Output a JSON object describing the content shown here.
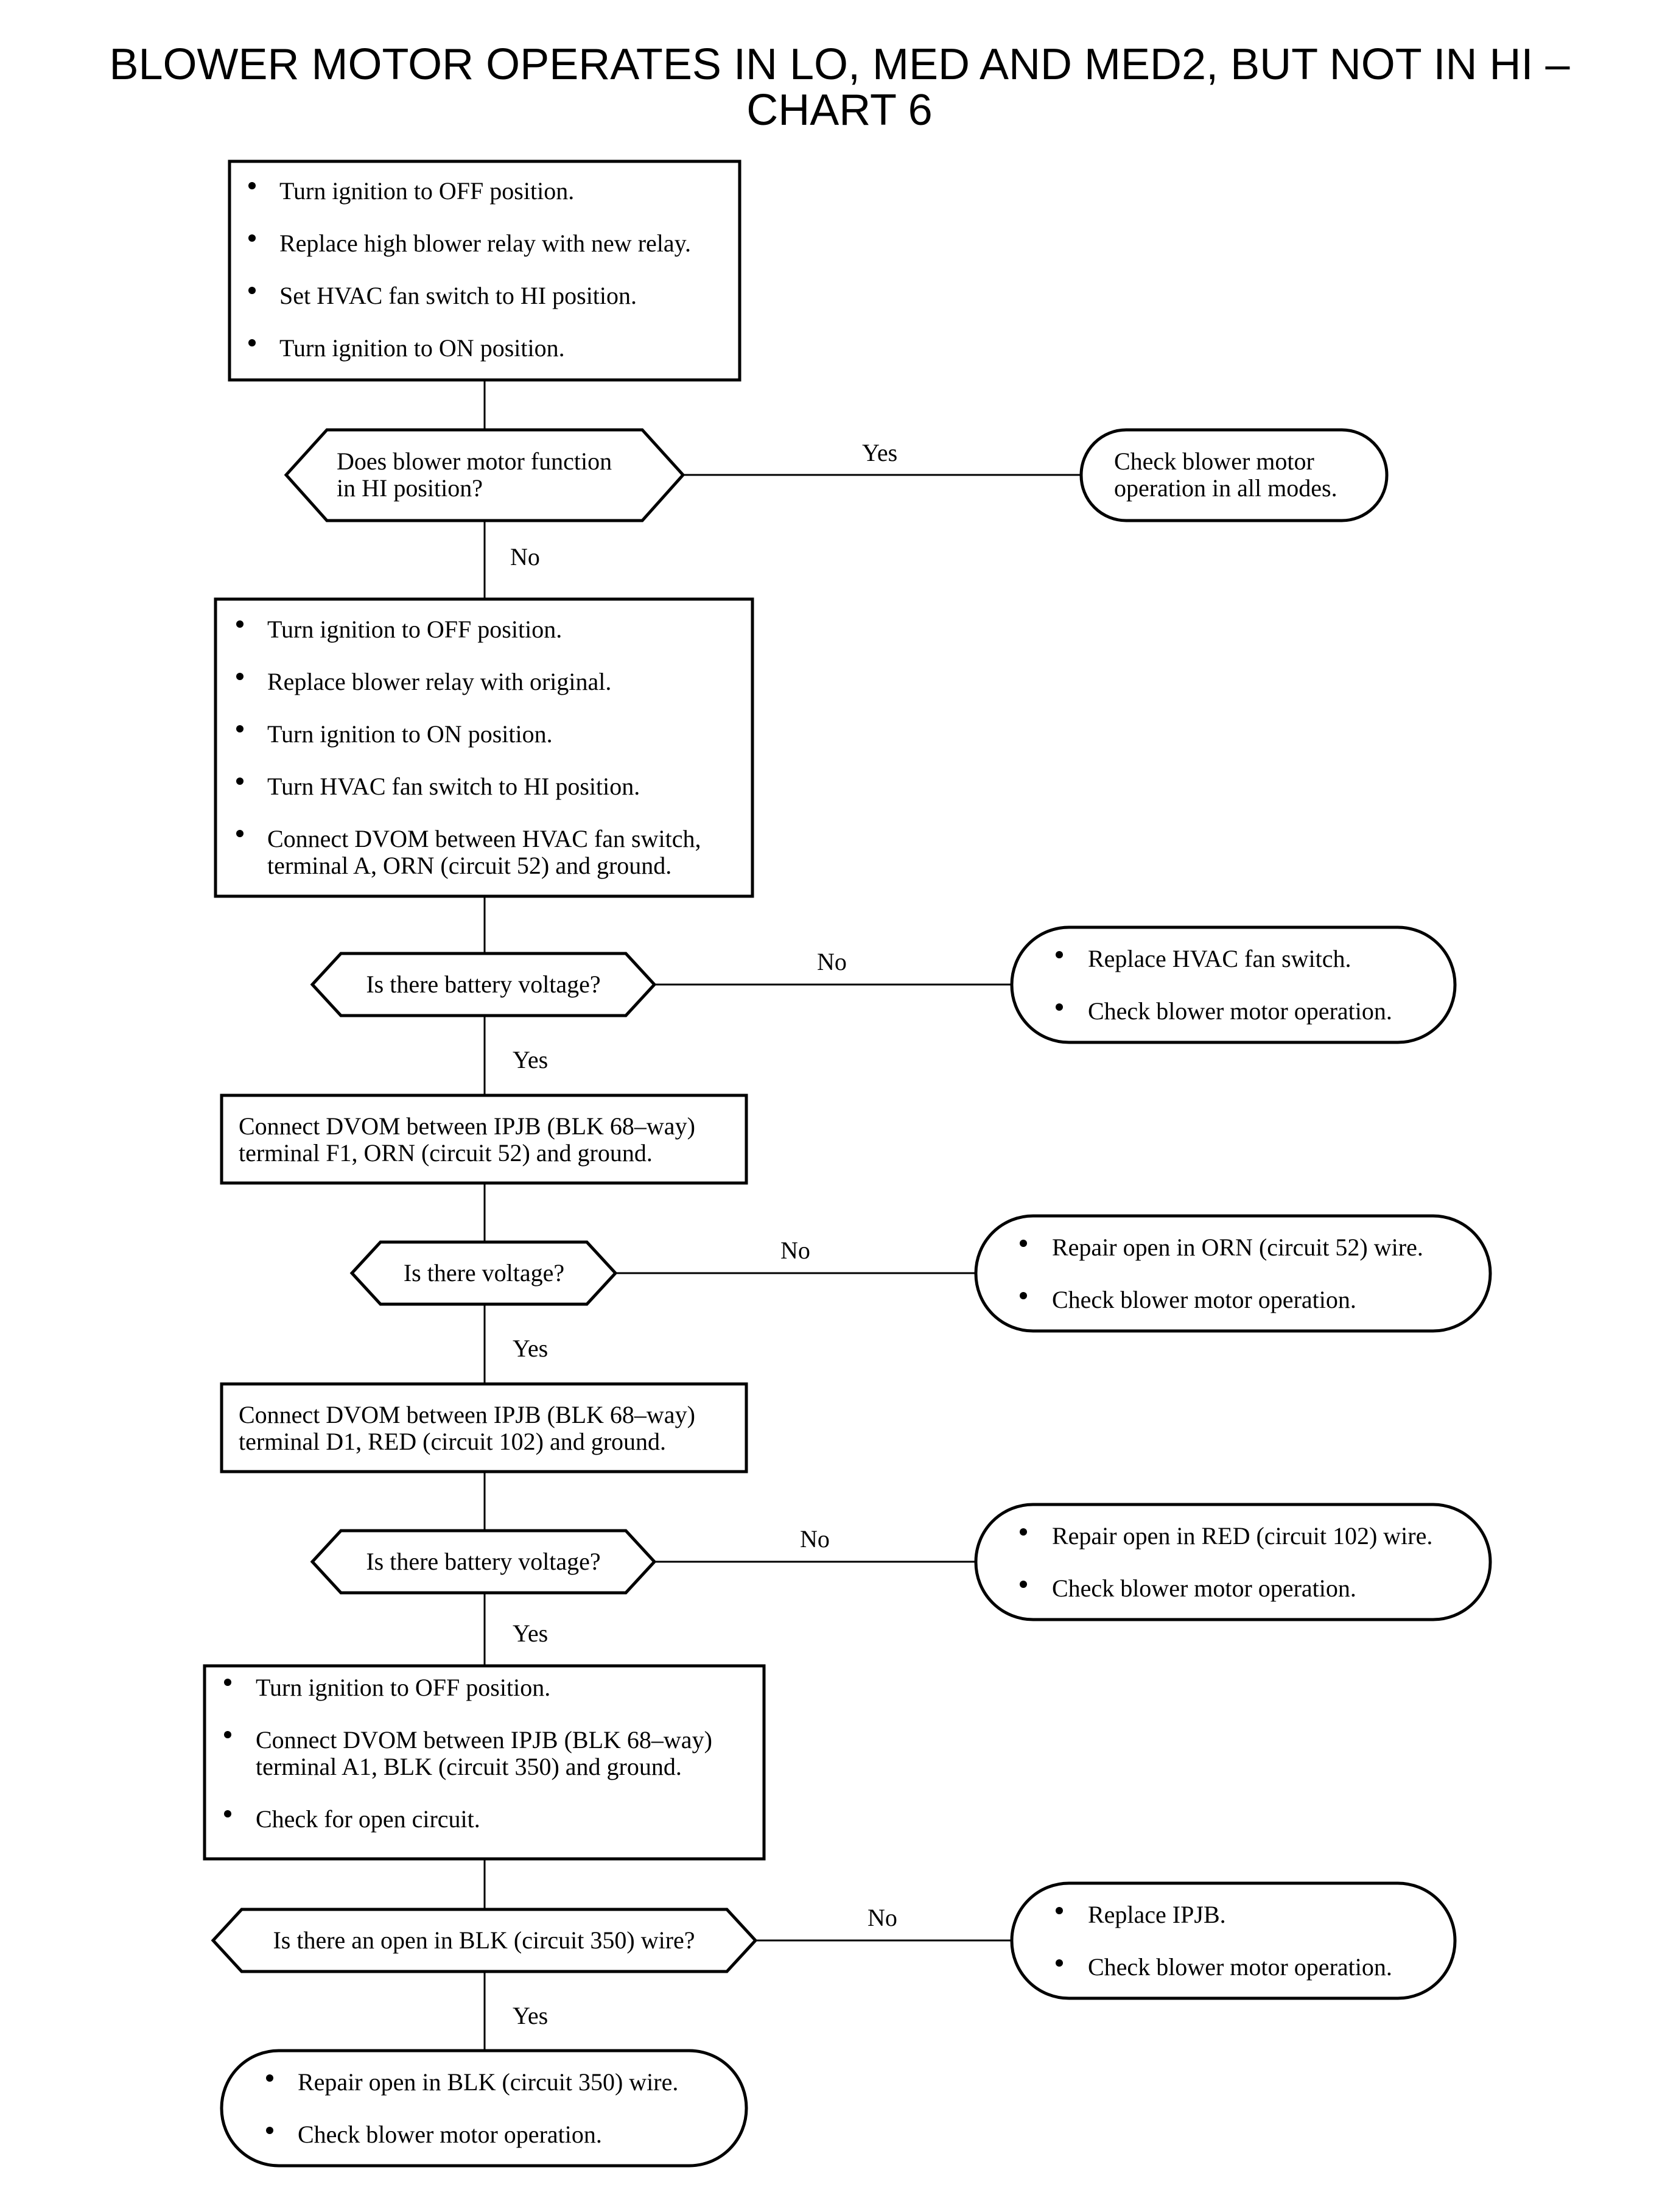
{
  "title": {
    "line1": "BLOWER MOTOR OPERATES IN LO, MED AND MED2, BUT NOT IN HI –",
    "line2": "CHART 6"
  },
  "steps": {
    "box1": [
      "Turn ignition to OFF position.",
      "Replace high blower relay with new relay.",
      "Set HVAC fan switch to HI position.",
      "Turn ignition to ON position."
    ],
    "q1": [
      "Does blower motor function",
      "in HI position?"
    ],
    "q1_yes_label": "Yes",
    "q1_yes_result": [
      "Check blower motor",
      "operation in all modes."
    ],
    "q1_no_label": "No",
    "box2": [
      "Turn ignition to OFF position.",
      "Replace blower relay with original.",
      "Turn ignition to ON position.",
      "Turn HVAC fan switch to HI position.",
      "Connect DVOM between HVAC fan switch,",
      "terminal A, ORN (circuit 52) and ground."
    ],
    "q2": "Is there battery voltage?",
    "q2_no_label": "No",
    "q2_no_result": [
      "Replace HVAC fan switch.",
      "Check blower motor operation."
    ],
    "q2_yes_label": "Yes",
    "box3": [
      "Connect DVOM between IPJB (BLK 68–way)",
      "terminal F1, ORN (circuit 52) and ground."
    ],
    "q3": "Is there voltage?",
    "q3_no_label": "No",
    "q3_no_result": [
      "Repair open in ORN (circuit 52) wire.",
      "Check blower motor operation."
    ],
    "q3_yes_label": "Yes",
    "box4": [
      "Connect DVOM between IPJB (BLK 68–way)",
      "terminal D1, RED (circuit 102) and ground."
    ],
    "q4": "Is there battery voltage?",
    "q4_no_label": "No",
    "q4_no_result": [
      "Repair open in RED (circuit 102) wire.",
      "Check blower motor operation."
    ],
    "q4_yes_label": "Yes",
    "box5": [
      "Turn ignition to OFF position.",
      "Connect DVOM between IPJB (BLK 68–way)",
      "terminal A1, BLK (circuit 350) and ground.",
      "Check for open circuit."
    ],
    "q5": "Is there an open in BLK (circuit 350) wire?",
    "q5_no_label": "No",
    "q5_no_result": [
      "Replace IPJB.",
      "Check blower motor operation."
    ],
    "q5_yes_label": "Yes",
    "final_result": [
      "Repair open in BLK (circuit 350) wire.",
      "Check blower motor operation."
    ]
  }
}
